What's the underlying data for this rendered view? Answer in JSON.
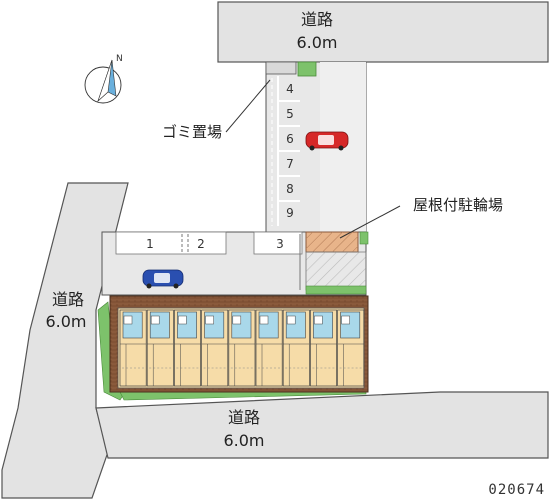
{
  "roads": {
    "north": {
      "name": "道路",
      "width": "6.0m"
    },
    "west": {
      "name": "道路",
      "width": "6.0m"
    },
    "south": {
      "name": "道路",
      "width": "6.0m"
    }
  },
  "parking": {
    "stalls": [
      "1",
      "2",
      "3",
      "4",
      "5",
      "6",
      "7",
      "8",
      "9"
    ]
  },
  "callouts": {
    "garbage": "ゴミ置場",
    "bike_shelter": "屋根付駐輪場"
  },
  "compass": {
    "north_letter": "N"
  },
  "property_code": "020674",
  "colors": {
    "road": "#e3e3e3",
    "parking_lot": "#e8e8e8",
    "building_brick": "#8a5a3c",
    "unit_floor": "#f6dca8",
    "unit_room": "#a9d8ea",
    "green": "#7dc26b",
    "car_red": "#d62828",
    "car_blue": "#2a4fb0",
    "bike_shelter": "#e8b48a"
  }
}
